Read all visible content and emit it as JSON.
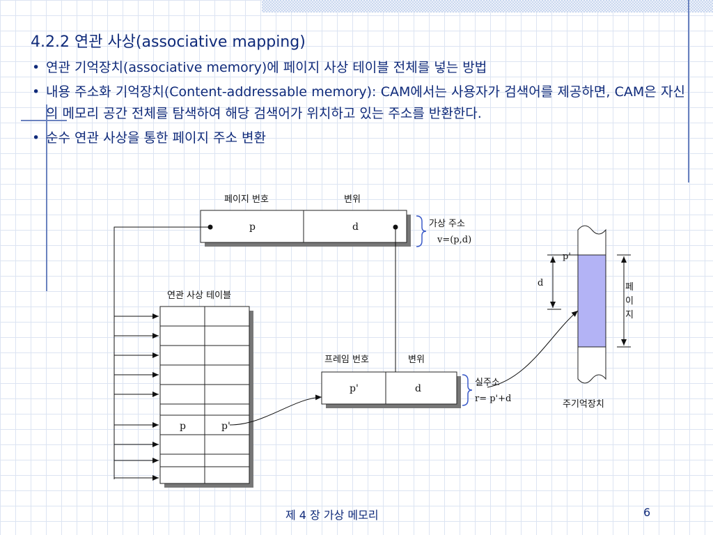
{
  "slide": {
    "title": "4.2.2 연관 사상(associative mapping)",
    "bullets": [
      "연관 기억장치(associative memory)에 페이지 사상 테이블 전체를 넣는 방법",
      "내용 주소화 기억장치(Content-addressable memory): CAM에서는 사용자가 검색어를 제공하면, CAM은 자신의 메모리 공간 전체를 탐색하여 해당 검색어가 위치하고 있는 주소를 반환한다.",
      "순수 연관 사상을 통한 페이지 주소 변환"
    ]
  },
  "diagram": {
    "page_number_label": "페이지 번호",
    "offset_label_top": "변위",
    "cell_p": "p",
    "cell_d": "d",
    "virtual_address_label": "가상 주소",
    "virtual_address_formula": "v=(p,d)",
    "assoc_table_label": "연관 사상 테이블",
    "assoc_row_p": "p",
    "assoc_row_pprime": "p'",
    "frame_number_label": "프레임 번호",
    "offset_label_bottom": "변위",
    "cell_pprime": "p'",
    "cell_d2": "d",
    "real_address_label": "실주소",
    "real_address_formula": "r= p'+d",
    "memory_pprime": "p'",
    "memory_d": "d",
    "memory_page_label": [
      "페",
      "이",
      "지"
    ],
    "memory_label": "주기억장치"
  },
  "footer": {
    "chapter": "제 4 장 가상 메모리",
    "page": "6"
  },
  "colors": {
    "text_blue": "#0f2a7a",
    "page_fill": "#b3b3f5",
    "brace": "#3a5ac8"
  }
}
